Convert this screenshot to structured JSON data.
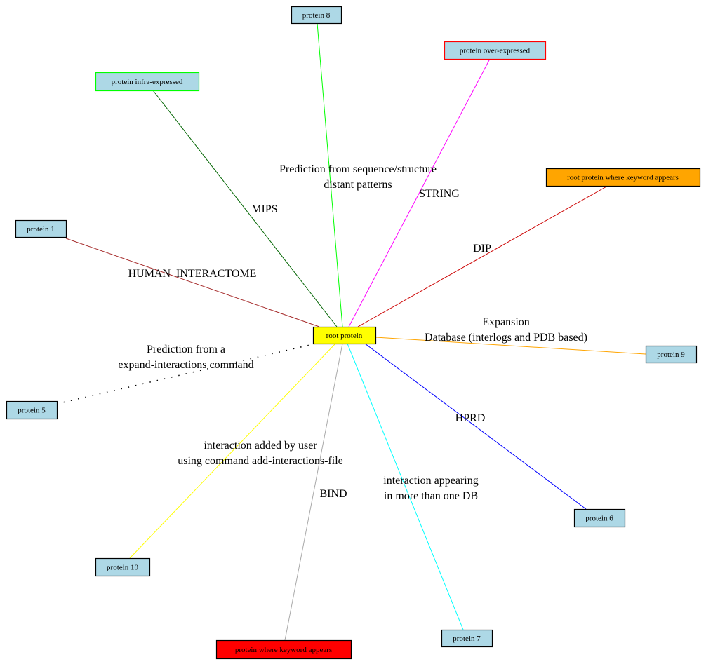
{
  "nodes": {
    "root": {
      "label": "root protein",
      "fill": "#ffff00",
      "stroke": "#000000"
    },
    "p8": {
      "label": "protein 8",
      "fill": "#add8e6",
      "stroke": "#000000"
    },
    "over": {
      "label": "protein over-expressed",
      "fill": "#add8e6",
      "stroke": "#ff0000"
    },
    "infra": {
      "label": "protein infra-expressed",
      "fill": "#add8e6",
      "stroke": "#00ff00"
    },
    "rootkw": {
      "label": "root protein where keyword appears",
      "fill": "#ffa500",
      "stroke": "#000000"
    },
    "p1": {
      "label": "protein 1",
      "fill": "#add8e6",
      "stroke": "#000000"
    },
    "p9": {
      "label": "protein 9",
      "fill": "#add8e6",
      "stroke": "#000000"
    },
    "p5": {
      "label": "protein 5",
      "fill": "#add8e6",
      "stroke": "#000000"
    },
    "p6": {
      "label": "protein 6",
      "fill": "#add8e6",
      "stroke": "#000000"
    },
    "p10": {
      "label": "protein 10",
      "fill": "#add8e6",
      "stroke": "#000000"
    },
    "p7": {
      "label": "protein 7",
      "fill": "#add8e6",
      "stroke": "#000000"
    },
    "kw": {
      "label": "protein where keyword appears",
      "fill": "#ff0000",
      "stroke": "#000000"
    }
  },
  "edges": {
    "p8": {
      "lines": [
        "Prediction from sequence/structure",
        "distant patterns"
      ],
      "color": "#00ff00",
      "style": "solid"
    },
    "over": {
      "lines": [
        "STRING"
      ],
      "color": "#ff00ff",
      "style": "solid"
    },
    "infra": {
      "lines": [
        "MIPS"
      ],
      "color": "#006400",
      "style": "solid"
    },
    "rootkw": {
      "lines": [
        "DIP"
      ],
      "color": "#cc0000",
      "style": "solid"
    },
    "p1": {
      "lines": [
        "HUMAN_INTERACTOME"
      ],
      "color": "#a52a2a",
      "style": "solid"
    },
    "p9": {
      "lines": [
        "Expansion",
        "Database (interlogs and PDB based)"
      ],
      "color": "#ffa500",
      "style": "solid"
    },
    "p5": {
      "lines": [
        "Prediction from a",
        "expand-interactions command"
      ],
      "color": "#000000",
      "style": "dotted"
    },
    "p6": {
      "lines": [
        "HPRD"
      ],
      "color": "#0000ff",
      "style": "solid"
    },
    "p10": {
      "lines": [
        "interaction added by user",
        "using command add-interactions-file"
      ],
      "color": "#ffff00",
      "style": "solid"
    },
    "kw": {
      "lines": [
        "BIND"
      ],
      "color": "#a9a9a9",
      "style": "solid"
    },
    "p7": {
      "lines": [
        "interaction appearing",
        "in more than one DB"
      ],
      "color": "#00ffff",
      "style": "solid"
    }
  }
}
